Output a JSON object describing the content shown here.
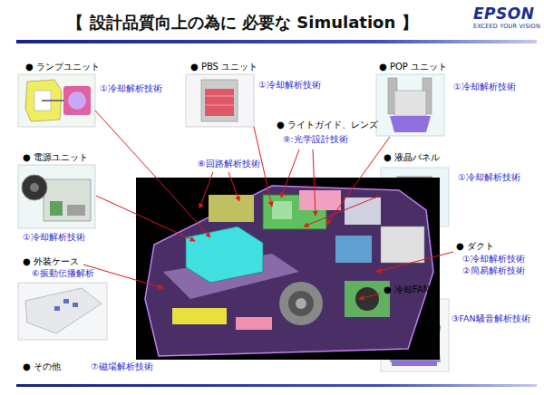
{
  "diagram": {
    "title": "【 設計品質向上の為に 必要な Simulation 】",
    "nodes": [
      {
        "text": [
          "● ランプユニット",
          "①冷却解析技術"
        ]
      },
      {
        "text": [
          "● PBS ユニット",
          "①冷却解析技術"
        ]
      },
      {
        "text": [
          "● POP ユニット",
          "①冷却解析技術"
        ]
      },
      {
        "text": [
          "● 電源ユニット",
          "①冷却解析技術"
        ]
      },
      {
        "text": [
          "● 液晶パネル",
          "①冷却解析技術"
        ]
      },
      {
        "text": [
          "● 外装ケース",
          "⑥振動伝播解析"
        ]
      },
      {
        "text": [
          "● 冷却FAN",
          "③FAN騒音解析技術"
        ]
      }
    ],
    "labels": [
      "EPSON",
      "EXCEED YOUR VISION",
      "● ライトガイド、レンズ",
      "⑨:光学設計技術",
      "⑧回路解析技術",
      "● ダクト",
      "①冷却解析技術",
      "②簡易解析技術",
      "● その他",
      "⑦磁場解析技術"
    ]
  }
}
